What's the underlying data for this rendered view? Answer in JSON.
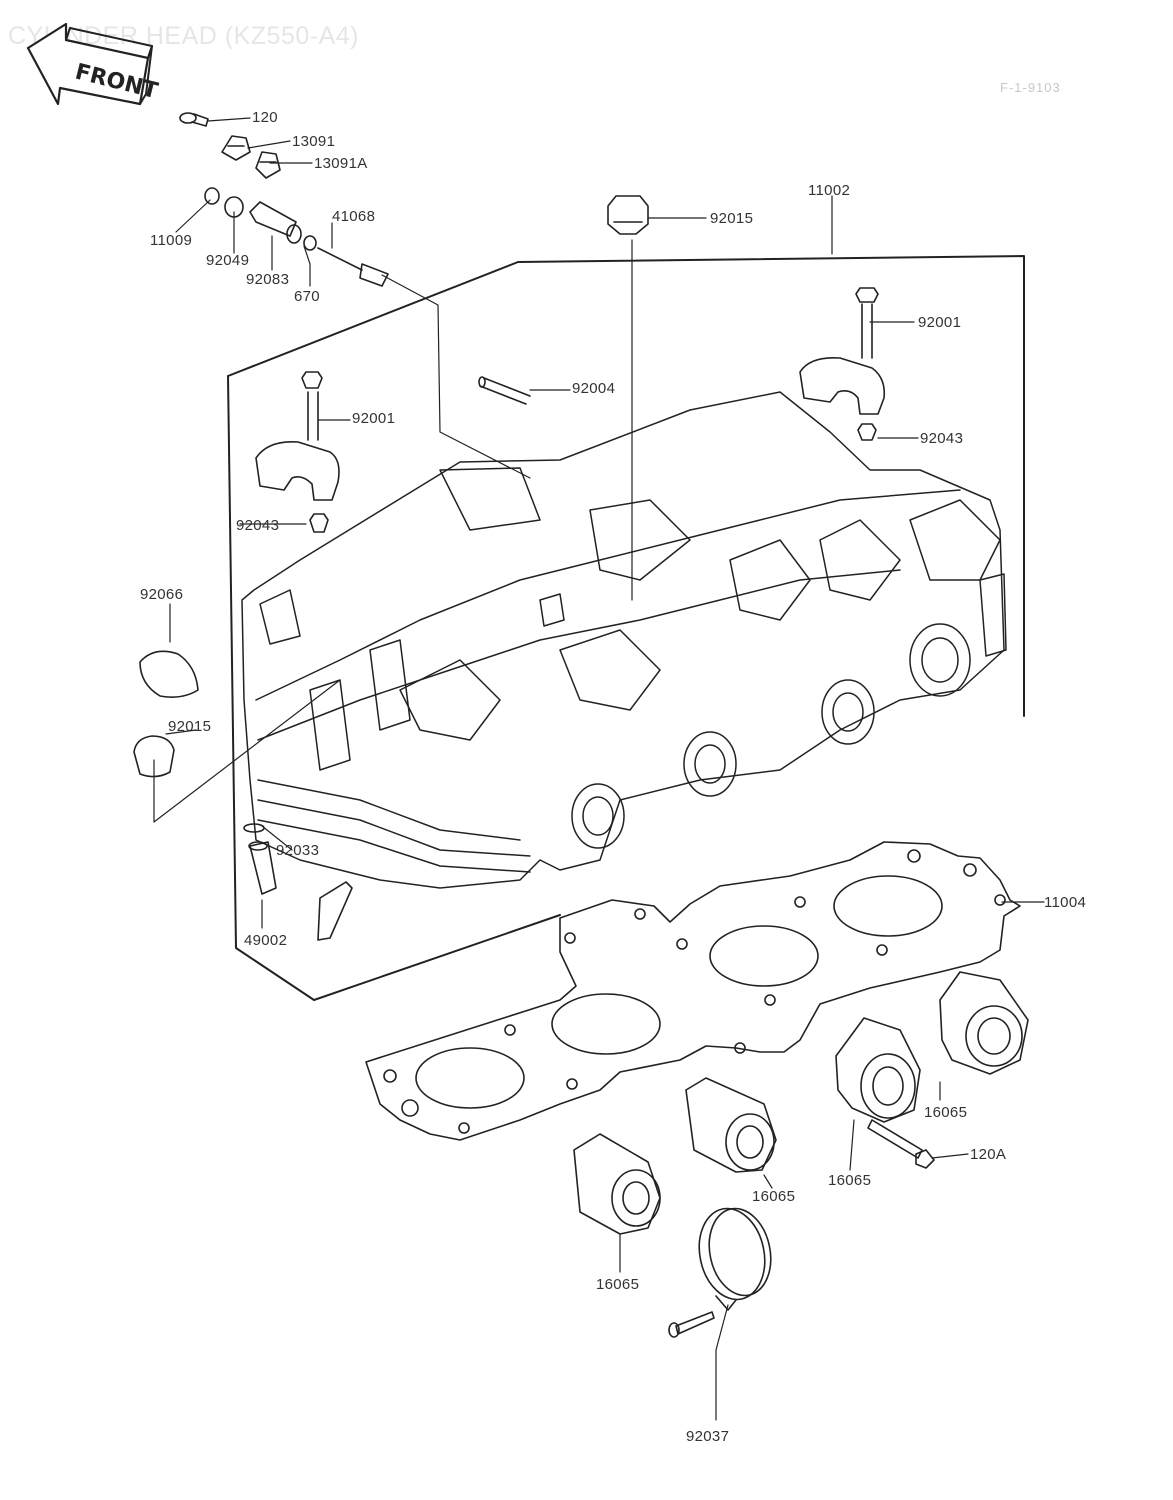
{
  "diagram": {
    "title": "CYLINDER HEAD (KZ550-A4)",
    "code": "F-1-9103",
    "front_arrow_label": "FRONT"
  },
  "labels": {
    "p120": "120",
    "p13091": "13091",
    "p13091A": "13091A",
    "p11009": "11009",
    "p92049": "92049",
    "p92083": "92083",
    "p670": "670",
    "p41068": "41068",
    "p92015_top": "92015",
    "p11002": "11002",
    "p92001_right": "92001",
    "p92004": "92004",
    "p92001_left": "92001",
    "p92043_right": "92043",
    "p92043_left": "92043",
    "p92066": "92066",
    "p92015_left": "92015",
    "p92033": "92033",
    "p49002": "49002",
    "p11004": "11004",
    "p16065_a": "16065",
    "p16065_b": "16065",
    "p16065_c": "16065",
    "p16065_d": "16065",
    "p120A": "120A",
    "p92037": "92037"
  }
}
